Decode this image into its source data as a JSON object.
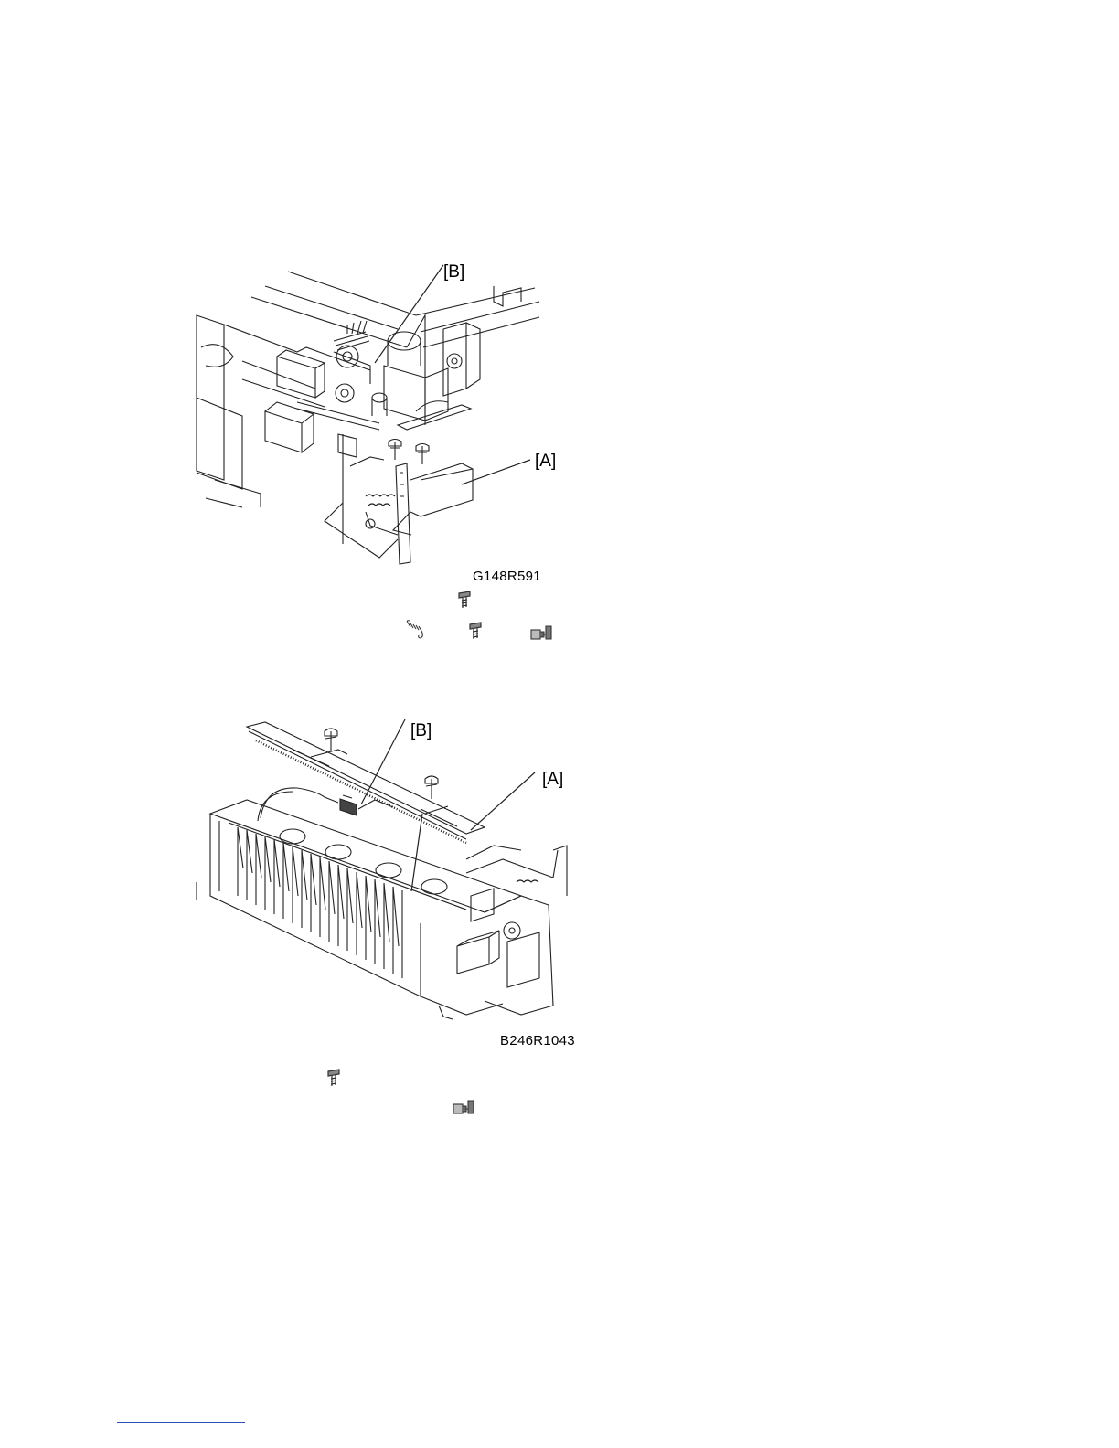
{
  "figure1": {
    "label_b": "[B]",
    "label_a": "[A]",
    "code": "G148R591",
    "step_icons": [
      "screw-icon",
      "spring-icon",
      "screw-icon",
      "connector-icon"
    ]
  },
  "figure2": {
    "label_b": "[B]",
    "label_a": "[A]",
    "code": "B246R1043",
    "step_icons": [
      "screw-icon",
      "connector-icon"
    ]
  }
}
